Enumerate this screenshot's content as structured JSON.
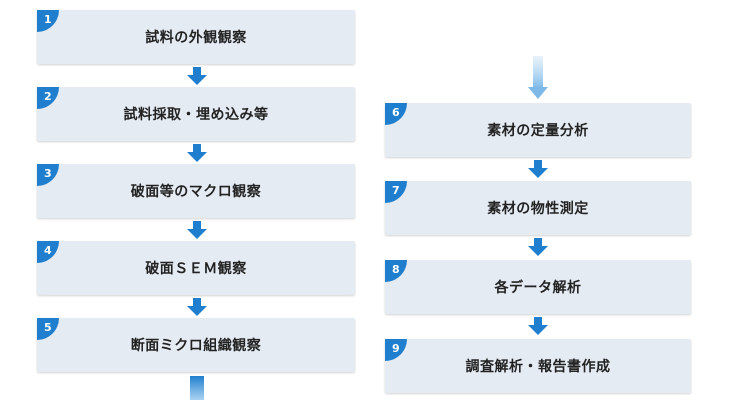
{
  "flow": {
    "accent_color": "#1f7fce",
    "box_color": "#e4ebf3",
    "left_steps": [
      {
        "number": "1",
        "label": "試料の外観観察"
      },
      {
        "number": "2",
        "label": "試料採取・埋め込み等"
      },
      {
        "number": "3",
        "label": "破面等のマクロ観察"
      },
      {
        "number": "4",
        "label": "破面ＳＥＭ観察"
      },
      {
        "number": "5",
        "label": "断面ミクロ組織観察"
      }
    ],
    "right_steps": [
      {
        "number": "6",
        "label": "素材の定量分析"
      },
      {
        "number": "7",
        "label": "素材の物性測定"
      },
      {
        "number": "8",
        "label": "各データ解析"
      },
      {
        "number": "9",
        "label": "調査解析・報告書作成"
      }
    ]
  }
}
